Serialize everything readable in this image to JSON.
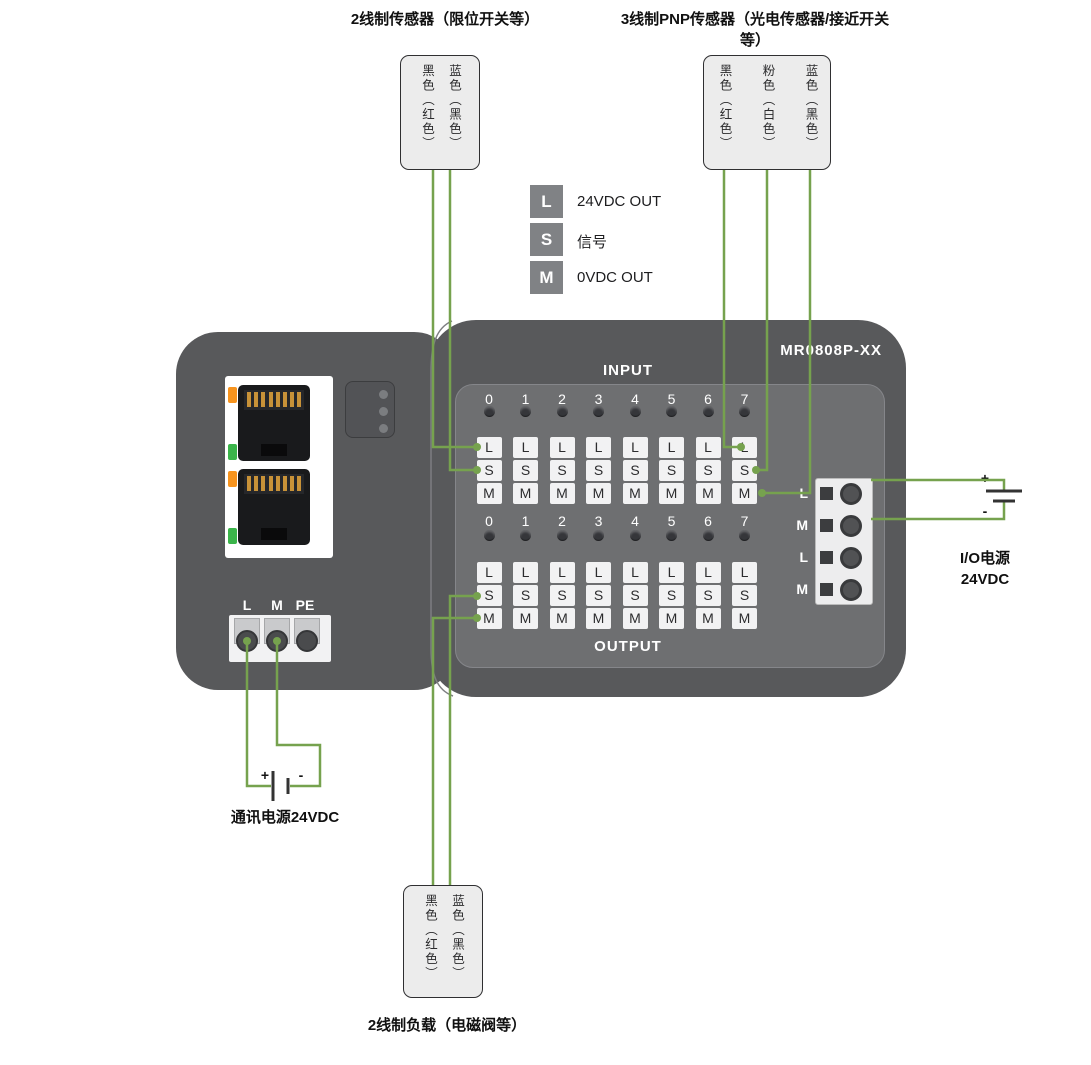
{
  "diagram": {
    "top_labels": {
      "two_wire_sensor": "2线制传感器（限位开关等）",
      "three_wire_sensor": "3线制PNP传感器（光电传感器/接近开关等）"
    },
    "sensor_two_wire": {
      "wires": [
        "黑色（红色）",
        "蓝色（黑色）"
      ]
    },
    "sensor_three_wire": {
      "wires": [
        "黑色（红色）",
        "粉色（白色）",
        "蓝色（黑色）"
      ]
    },
    "load_two_wire": {
      "wires": [
        "黑色（红色）",
        "蓝色（黑色）"
      ],
      "label": "2线制负载（电磁阀等）"
    },
    "legend": [
      {
        "key": "L",
        "desc": "24VDC OUT"
      },
      {
        "key": "S",
        "desc": "信号"
      },
      {
        "key": "M",
        "desc": "0VDC OUT"
      }
    ],
    "device": {
      "model": "MR0808P-XX",
      "input_label": "INPUT",
      "output_label": "OUTPUT",
      "channels": [
        "0",
        "1",
        "2",
        "3",
        "4",
        "5",
        "6",
        "7"
      ],
      "terminals": [
        "L",
        "S",
        "M"
      ],
      "comm_terminals": [
        "L",
        "M",
        "PE"
      ],
      "io_power_terminals": [
        "L",
        "M",
        "L",
        "M"
      ]
    },
    "power": {
      "io": {
        "line1": "I/O电源",
        "line2": "24VDC",
        "plus": "+",
        "minus": "-"
      },
      "comm": {
        "label": "通讯电源24VDC",
        "plus": "+",
        "minus": "-"
      }
    },
    "colors": {
      "wire_green": "#76a24e",
      "body_gray": "#58595b",
      "panel_gray": "#6e6f71",
      "orange_led": "#f7941e",
      "green_led": "#3bb54a",
      "legend_gray": "#808285"
    }
  }
}
